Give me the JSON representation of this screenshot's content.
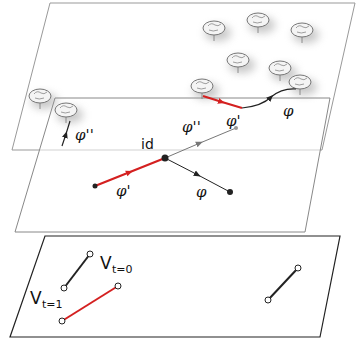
{
  "diagram": {
    "labels": [
      "φ''",
      "φ'",
      "φ",
      "id",
      "φ''",
      "φ'",
      "φ",
      "V",
      "t=0",
      "V",
      "t=1"
    ]
  }
}
